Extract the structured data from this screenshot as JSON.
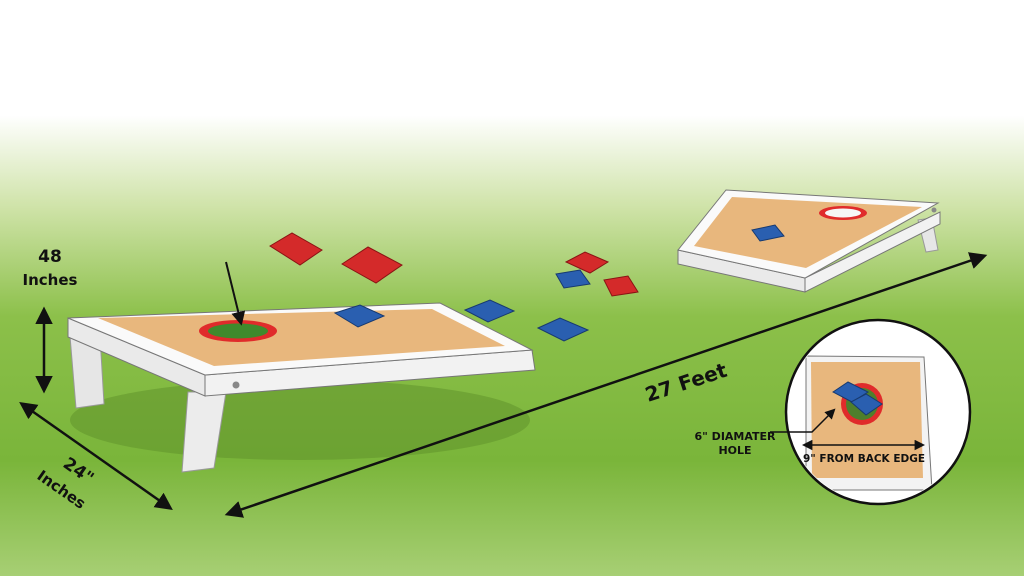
{
  "colors": {
    "grass": "#7fb83e",
    "board": "#e8b77d",
    "frame": "#f4f4f4",
    "red_bag": "#d42a2a",
    "blue_bag": "#2a5fb0",
    "hole_ring": "#e02b2b"
  },
  "labels": {
    "height_value": "48",
    "height_unit": "Inches",
    "width_value": "24\"",
    "width_unit": "Inches",
    "distance": "27 Feet",
    "hole_line1": "6\" DIAMATER",
    "hole_line2": "HOLE",
    "back_edge": "9\" FROM BACK EDGE"
  }
}
